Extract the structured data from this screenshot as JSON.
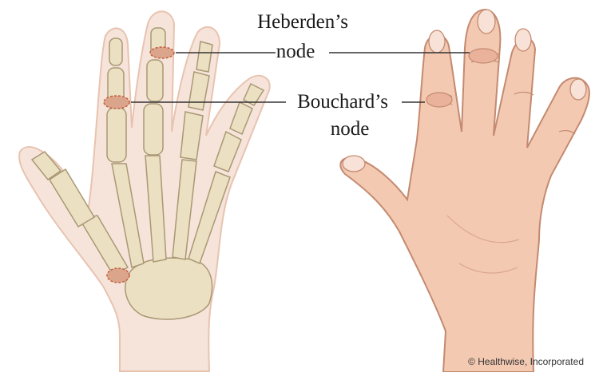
{
  "labels": {
    "heberden_line1": "Heberden’s",
    "heberden_line2": "node",
    "bouchard_line1": "Bouchard’s",
    "bouchard_line2": "node"
  },
  "credit": "© Healthwise, Incorporated",
  "colors": {
    "skin_outline_left": "#e8c3b0",
    "bone_fill": "#ece0c3",
    "bone_stroke": "#a99874",
    "node_highlight": "#d88a70",
    "hand_skin": "#f3c9b2",
    "hand_shadow": "#dba58c",
    "leader_line": "#333333"
  }
}
